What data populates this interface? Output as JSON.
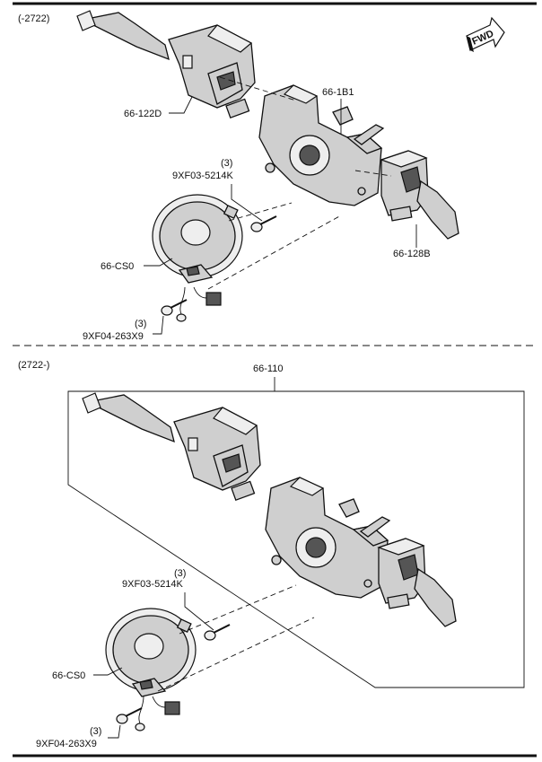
{
  "sections": [
    {
      "range_label": "(-2722)",
      "labels": {
        "wiper_switch": "66-122D",
        "housing": "66-1B1",
        "screw": "9XF03-5214K",
        "screw_qty": "(3)",
        "clock_spring": "66-CS0",
        "bolt": "9XF04-263X9",
        "bolt_qty": "(3)",
        "light_switch": "66-128B"
      }
    },
    {
      "range_label": "(2722-)",
      "labels": {
        "assembly": "66-110",
        "screw": "9XF03-5214K",
        "screw_qty": "(3)",
        "clock_spring": "66-CS0",
        "bolt": "9XF04-263X9",
        "bolt_qty": "(3)"
      }
    }
  ],
  "fwd_label": "FWD",
  "icons": [
    "fwd-arrow-icon"
  ]
}
